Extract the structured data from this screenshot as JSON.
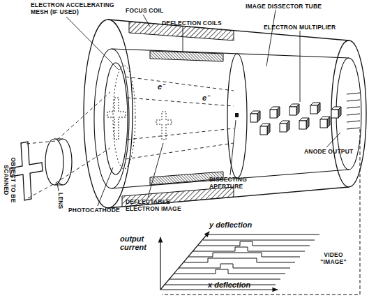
{
  "diagram": {
    "labels": [
      "ELECTRON ACCELERATING MESH (IF USED)",
      "FOCUS COIL",
      "DEFLECTION COILS",
      "IMAGE DISSECTOR TUBE",
      "ELECTRON MULTIPLIER",
      "OBJECT TO BE SCANNED",
      "LENS",
      "PHOTOCATHODE",
      "DEFLECTABLE ELECTRON IMAGE",
      "DISSECTING APERTURE",
      "ANODE OUTPUT",
      "e⁻",
      "e⁻",
      "y deflection",
      "output current",
      "x deflection",
      "VIDEO \"IMAGE\""
    ]
  }
}
